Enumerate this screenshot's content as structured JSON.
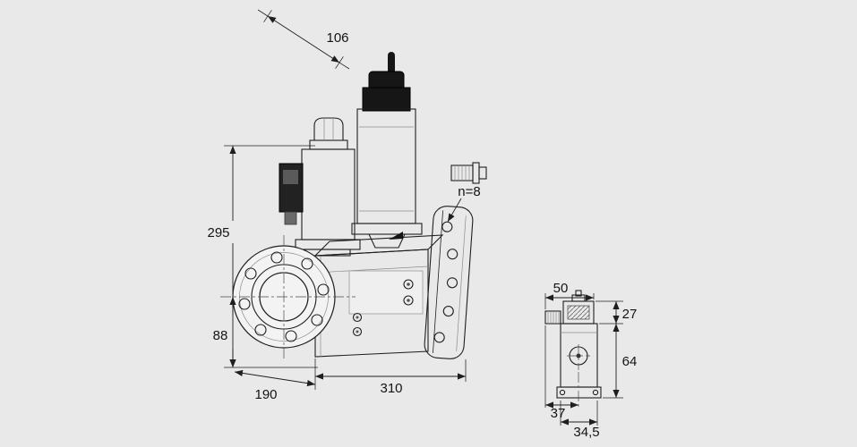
{
  "drawing": {
    "type": "technical-dimension-drawing",
    "subject": "double solenoid valve with flanges and pilot valve detail",
    "colors": {
      "background": "#e9e9e9",
      "line": "#1f1f1f",
      "cap": "#161616"
    }
  },
  "main_view": {
    "dims": {
      "depth_top": "106",
      "height_total": "295",
      "height_axis": "88",
      "depth_bottom": "190",
      "length": "310",
      "bolt_count": "n=8"
    }
  },
  "detail_view": {
    "dims": {
      "width_top": "50",
      "height_top": "27",
      "height_body": "64",
      "depth_front": "37",
      "width_body": "34,5"
    }
  }
}
